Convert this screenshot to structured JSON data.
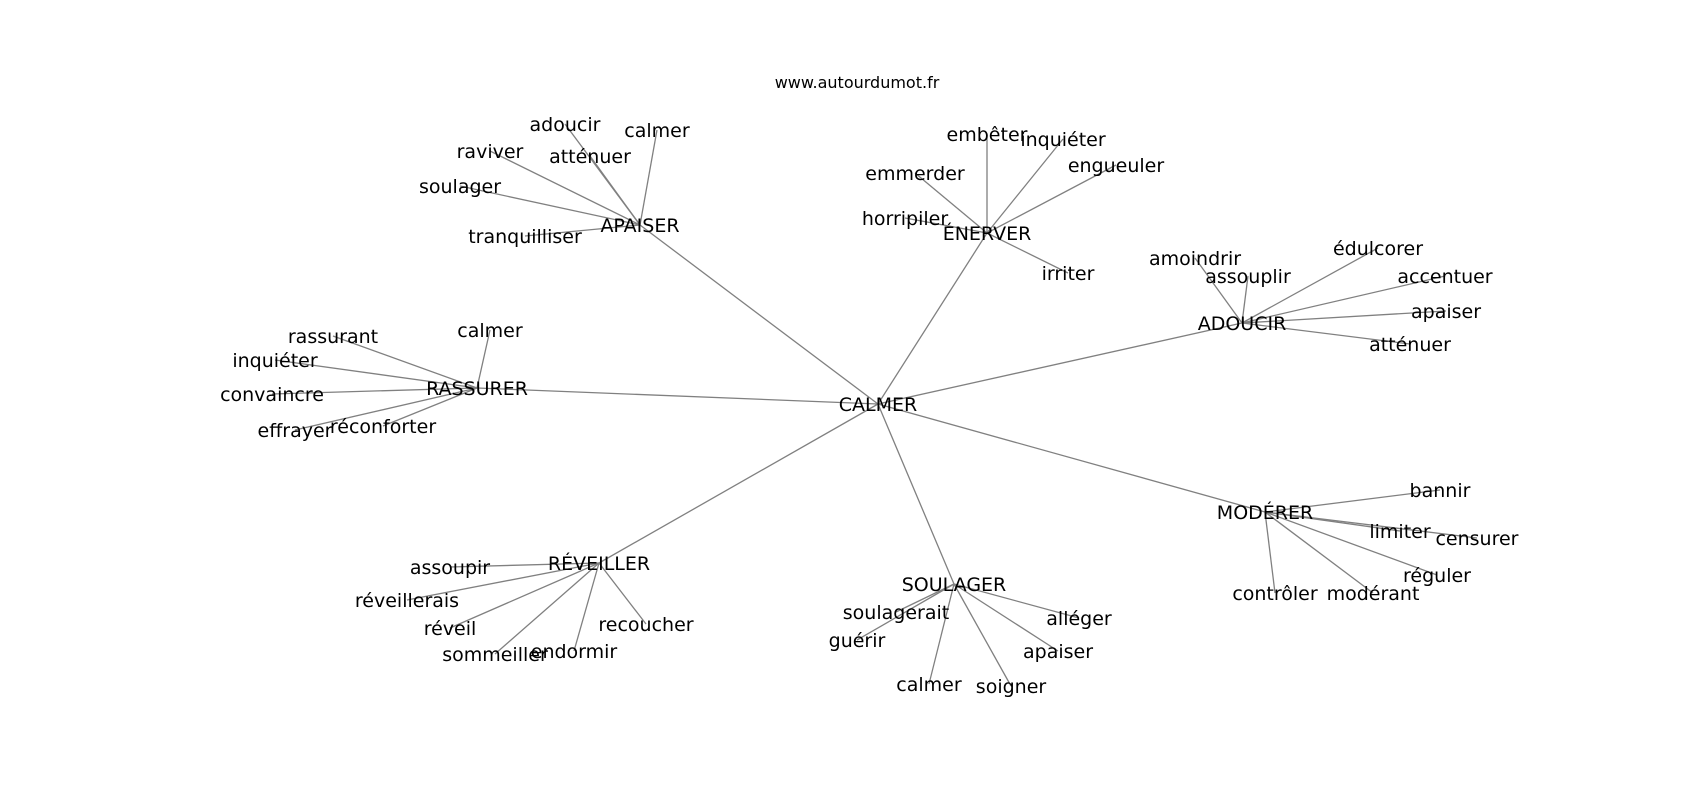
{
  "site": "www.autourdumot.fr",
  "graph": {
    "root": "CALMER",
    "clusters": [
      {
        "hub": "APAISER",
        "leaves": [
          "adoucir",
          "calmer",
          "raviver",
          "atténuer",
          "soulager",
          "tranquilliser"
        ]
      },
      {
        "hub": "ÉNERVER",
        "leaves": [
          "embêter",
          "inquiéter",
          "engueuler",
          "emmerder",
          "horripiler",
          "irriter"
        ]
      },
      {
        "hub": "ADOUCIR",
        "leaves": [
          "amoindrir",
          "assouplir",
          "édulcorer",
          "accentuer",
          "apaiser",
          "atténuer"
        ]
      },
      {
        "hub": "RASSURER",
        "leaves": [
          "rassurant",
          "calmer",
          "inquiéter",
          "convaincre",
          "effrayer",
          "réconforter"
        ]
      },
      {
        "hub": "MODÉRER",
        "leaves": [
          "bannir",
          "limiter",
          "censurer",
          "réguler",
          "contrôler",
          "modérant"
        ]
      },
      {
        "hub": "RÉVEILLER",
        "leaves": [
          "assoupir",
          "réveillerais",
          "réveil",
          "sommeiller",
          "endormir",
          "recoucher"
        ]
      },
      {
        "hub": "SOULAGER",
        "leaves": [
          "soulagerait",
          "guérir",
          "alléger",
          "apaiser",
          "calmer",
          "soigner"
        ]
      }
    ]
  }
}
